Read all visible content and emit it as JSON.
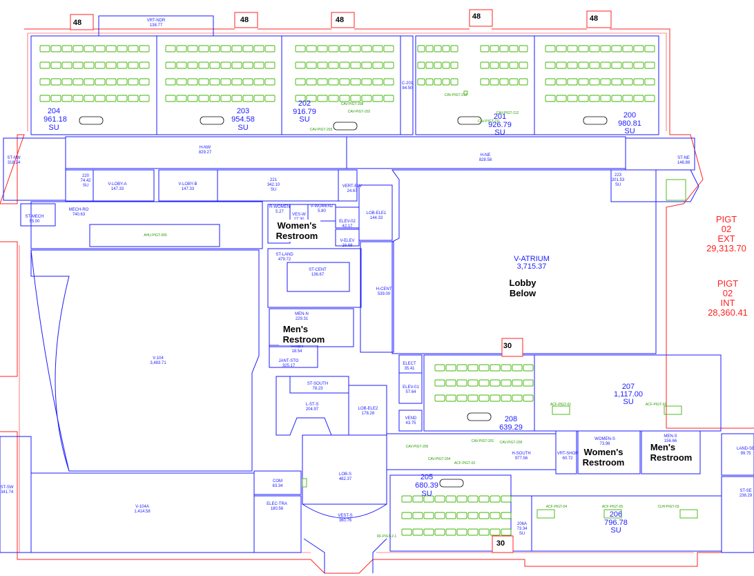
{
  "capacity_tags": [
    "48",
    "48",
    "48",
    "48",
    "48",
    "30",
    "30"
  ],
  "site_totals": {
    "ext": {
      "l1": "PIGT",
      "l2": "02",
      "l3": "EXT",
      "l4": "29,313.70"
    },
    "int": {
      "l1": "PIGT",
      "l2": "02",
      "l3": "INT",
      "l4": "28,360.41"
    }
  },
  "notes": {
    "womens_upper": [
      "Women's",
      "Restroom"
    ],
    "mens_upper": [
      "Men's",
      "Restroom"
    ],
    "lobby": [
      "Lobby",
      "Below"
    ],
    "womens_lower": [
      "Women's",
      "Restroom"
    ],
    "mens_lower": [
      "Men's",
      "Restroom"
    ]
  },
  "classrooms": {
    "r204": [
      "204",
      "961.18",
      "SU"
    ],
    "r203": [
      "203",
      "954.58",
      "SU"
    ],
    "r202": [
      "202",
      "916.79",
      "SU"
    ],
    "r201": [
      "201",
      "926.79",
      "SU"
    ],
    "r200": [
      "200",
      "980.81",
      "SU"
    ],
    "r207": [
      "207",
      "1,117.00",
      "SU"
    ],
    "r208": [
      "208",
      "639.29"
    ],
    "r205": [
      "205",
      "680.39",
      "SU"
    ],
    "r206": [
      "206",
      "796.78",
      "SU"
    ],
    "atrium": [
      "V-ATRIUM",
      "3,715.37"
    ]
  },
  "small_labels": [
    [
      "VRT-NDR",
      "138.77"
    ],
    [
      "C-201",
      "84.50"
    ],
    [
      "H-NW",
      "829.27"
    ],
    [
      "H-NE",
      "828.58"
    ],
    [
      "ST-NW",
      "318.24"
    ],
    [
      "ST-NE",
      "148.88"
    ],
    [
      "220",
      "74.42",
      "SU"
    ],
    [
      "V-LOBY-A",
      "147.33"
    ],
    [
      "V-LOBY-B",
      "147.33"
    ],
    [
      "221",
      "342.10",
      "SU"
    ],
    [
      "VERT-ELV",
      "24.67"
    ],
    [
      "223",
      "201.53",
      "SU"
    ],
    [
      "MECH-RO",
      "740.63"
    ],
    [
      "ST-MECH",
      "55.00"
    ],
    [
      "AHU-PIGT-005"
    ],
    [
      "R-WOMEN",
      "5.27"
    ],
    [
      "VES-W",
      "27.30"
    ],
    [
      "V-WOMEN2",
      "5.80"
    ],
    [
      "WOMEN-N",
      ""
    ],
    [
      "ELEV-02",
      "42.17"
    ],
    [
      "LOB-ELE1",
      "144.33"
    ],
    [
      "V-ELEV",
      "16.68"
    ],
    [
      "ST-LAND",
      "479.72"
    ],
    [
      "ST-CENT",
      "136.67"
    ],
    [
      "H-CENT",
      "539.00"
    ],
    [
      "MEN-N",
      "229.31"
    ],
    [
      "V-MEN",
      "18.54"
    ],
    [
      "V-104",
      "3,483.71"
    ],
    [
      "JANT-STO",
      "325.17"
    ],
    [
      "ST-SOUTH",
      "78.23"
    ],
    [
      "L-ST-S",
      "204.97"
    ],
    [
      "LOB-ELE2",
      "178.28"
    ],
    [
      "ELECT",
      "35.41"
    ],
    [
      "ELEV-01",
      "57.64"
    ],
    [
      "VEND",
      "43.75"
    ],
    [
      "COM",
      "83.34"
    ],
    [
      "LOB-S",
      "482.37"
    ],
    [
      "ELEC-TRA",
      "180.56"
    ],
    [
      "VEST-S",
      "360.76"
    ],
    [
      "V-104A",
      "1,414.58"
    ],
    [
      "ST-SW",
      "341.74"
    ],
    [
      "H-SOUTH",
      "977.56"
    ],
    [
      "VRT-SHOP",
      "60.72"
    ],
    [
      "WOMEN-S",
      "73.98"
    ],
    [
      "MEN-S",
      "156.66"
    ],
    [
      "LAND-SE",
      "99.75"
    ],
    [
      "ST-SE",
      "238.29"
    ],
    [
      "206A",
      "73.34",
      "SU"
    ],
    [
      "CAV-PIGT-208"
    ],
    [
      "CAV-PIGT-202"
    ],
    [
      "CAV-PIGT-203"
    ],
    [
      "CAV-PIGT-213"
    ],
    [
      "CAV-PIGT-211"
    ],
    [
      "CAV-PIGT-212"
    ],
    [
      "ACF-PIGT-01"
    ],
    [
      "ACF-PIGT-02"
    ],
    [
      "CAV-PIGT-205"
    ],
    [
      "CAV-PIGT-201"
    ],
    [
      "CAV-PIGT-209"
    ],
    [
      "CAV-PIGT-204"
    ],
    [
      "ACF-PIGT-03"
    ],
    [
      "ACF-PIGT-04"
    ],
    [
      "ACF-PIGT-05"
    ],
    [
      "CUH-PIGT-03"
    ],
    [
      "DF-PIGT-2-1"
    ]
  ],
  "colors": {
    "walls": "#1a1aff",
    "exterior": "#ff2020",
    "furniture": "#3cb400"
  }
}
